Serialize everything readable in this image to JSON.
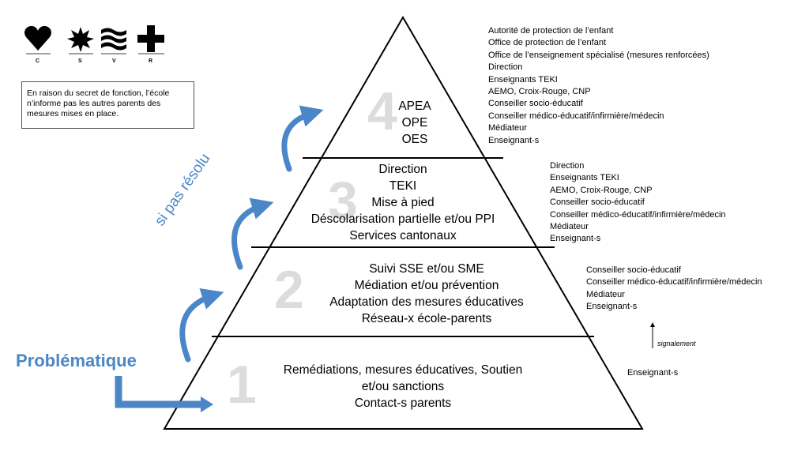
{
  "logo": {
    "letters": [
      "C",
      "S",
      "V",
      "R"
    ],
    "icons": [
      "heart-icon",
      "star-icon",
      "waves-icon",
      "cross-icon"
    ]
  },
  "note": "En raison du secret de fonction, l’école n’informe pas les autres parents des mesures mises en place.",
  "problem_label": "Problématique",
  "escalation_label": "si pas résolu",
  "signal_label": "signalement",
  "tiers": [
    {
      "number": "1",
      "lines": [
        "Remédiations, mesures éducatives, Soutien",
        "et/ou sanctions",
        "Contact-s parents"
      ]
    },
    {
      "number": "2",
      "lines": [
        "Suivi SSE et/ou SME",
        "Médiation et/ou prévention",
        "Adaptation des mesures éducatives",
        "Réseau-x école-parents"
      ]
    },
    {
      "number": "3",
      "lines": [
        "Direction",
        "TEKI",
        "Mise à pied",
        "Déscolarisation partielle et/ou PPI",
        "Services cantonaux"
      ]
    },
    {
      "number": "4",
      "lines": [
        "APEA",
        "OPE",
        "OES"
      ]
    }
  ],
  "actors": {
    "tier1": [
      "Enseignant-s"
    ],
    "tier2": [
      "Conseiller socio-éducatif",
      "Conseiller médico-éducatif/infirmière/médecin",
      "Médiateur",
      "Enseignant-s"
    ],
    "tier3": [
      "Direction",
      "Enseignants TEKI",
      "AEMO, Croix-Rouge, CNP",
      "Conseiller socio-éducatif",
      "Conseiller médico-éducatif/infirmière/médecin",
      "Médiateur",
      "Enseignant-s"
    ],
    "tier4": [
      "Autorité de protection de l’enfant",
      "Office de protection de l’enfant",
      "Office de l’enseignement spécialisé (mesures renforcées)",
      "Direction",
      "Enseignants TEKI",
      "AEMO, Croix-Rouge, CNP",
      "Conseiller socio-éducatif",
      "Conseiller médico-éducatif/infirmière/médecin",
      "Médiateur",
      "Enseignant-s"
    ]
  },
  "colors": {
    "accent": "#4a86c8",
    "number": "#dcdcdc",
    "line": "#000000"
  }
}
